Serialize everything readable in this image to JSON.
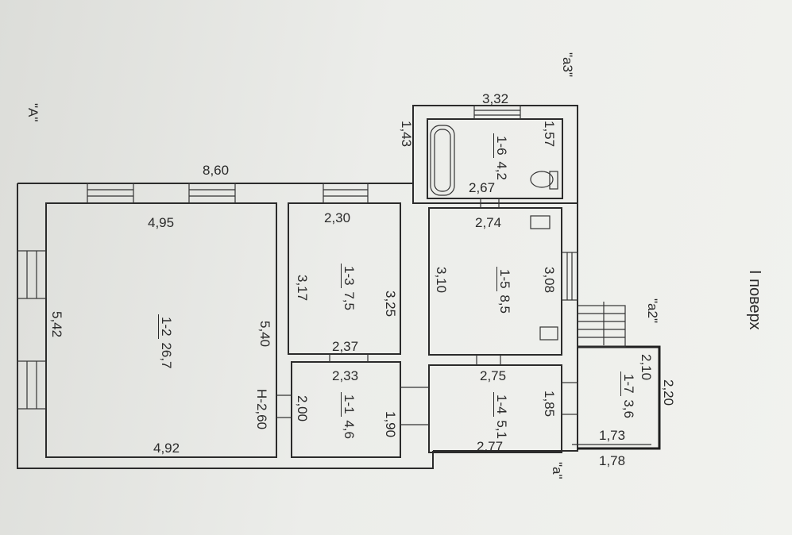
{
  "floor_title": "І поверх",
  "section_labels": {
    "main": "\"А\"",
    "extension_a3": "\"а3\"",
    "extension_a2": "\"а2\"",
    "extension_a": "\"а\""
  },
  "rooms": [
    {
      "code": "1-2",
      "area": "26,7"
    },
    {
      "code": "1-3",
      "area": "7,5"
    },
    {
      "code": "1-1",
      "area": "4,6"
    },
    {
      "code": "1-5",
      "area": "8,5"
    },
    {
      "code": "1-4",
      "area": "5,1"
    },
    {
      "code": "1-6",
      "area": "4,2"
    },
    {
      "code": "1-7",
      "area": "3,6"
    }
  ],
  "dimensions": {
    "outer_top": "8,60",
    "outer_left": "5,42",
    "r12_top": "4,95",
    "r12_bottom": "4,92",
    "r12_right": "5,40",
    "height_note": "Н-2,60",
    "r13_top": "2,30",
    "r13_left": "3,17",
    "r13_right": "3,25",
    "r13_bottom": "2,37",
    "r11_top": "2,33",
    "r11_left": "2,00",
    "r11_right": "1,90",
    "r15_top": "2,74",
    "r15_left": "3,10",
    "r15_right": "3,08",
    "r15_bottom": "2,75",
    "r14_right": "1,85",
    "r14_bottom": "2,77",
    "r16_top": "3,32",
    "r16_left": "1,43",
    "r16_right": "1,57",
    "r16_bottom": "2,67",
    "r17_left": "2,10",
    "r17_right": "2,20",
    "r17_inner_bottom": "1,73",
    "r17_outer_bottom": "1,78"
  }
}
